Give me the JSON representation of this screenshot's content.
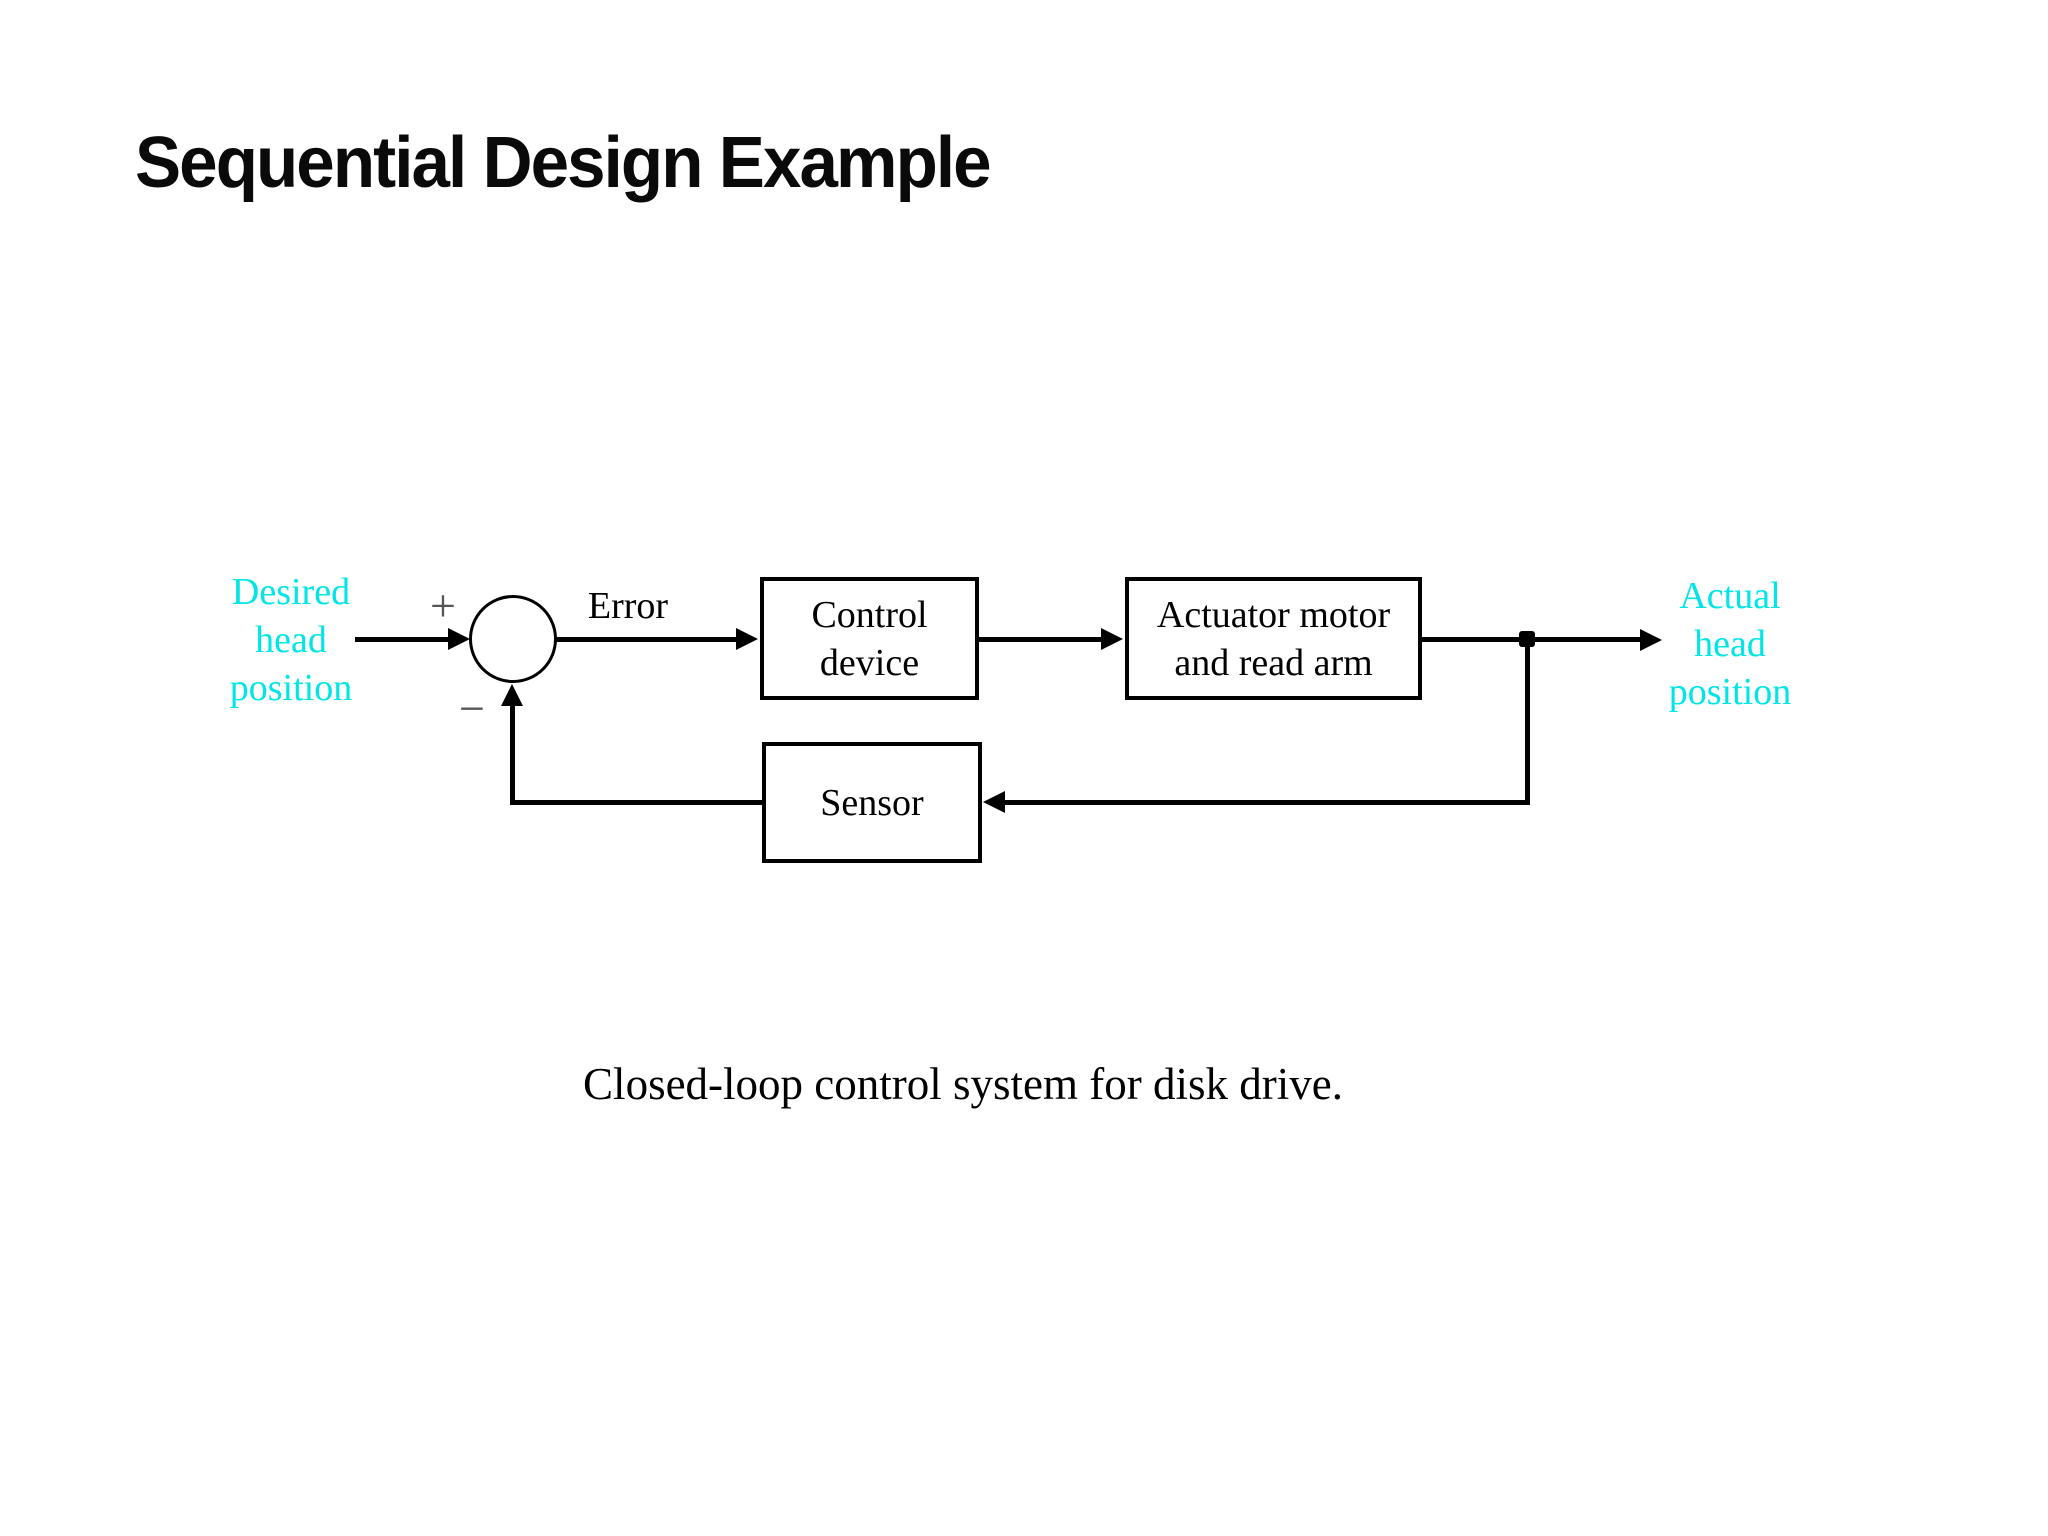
{
  "title": {
    "text": "Sequential Design Example"
  },
  "diagram": {
    "labels": {
      "desired": {
        "lines": [
          "Desired",
          "head",
          "position"
        ],
        "color": "#00e5e5"
      },
      "actual": {
        "lines": [
          "Actual",
          "head",
          "position"
        ],
        "color": "#00e5e5"
      },
      "error": {
        "text": "Error"
      },
      "plus": {
        "text": "+"
      },
      "minus": {
        "text": "−"
      }
    },
    "blocks": {
      "control": {
        "lines": [
          "Control",
          "device"
        ]
      },
      "actuator": {
        "lines": [
          "Actuator motor",
          "and read arm"
        ]
      },
      "sensor": {
        "lines": [
          "Sensor"
        ]
      }
    },
    "line_color": "#000000"
  },
  "caption": {
    "text": "Closed-loop control system for disk drive."
  }
}
